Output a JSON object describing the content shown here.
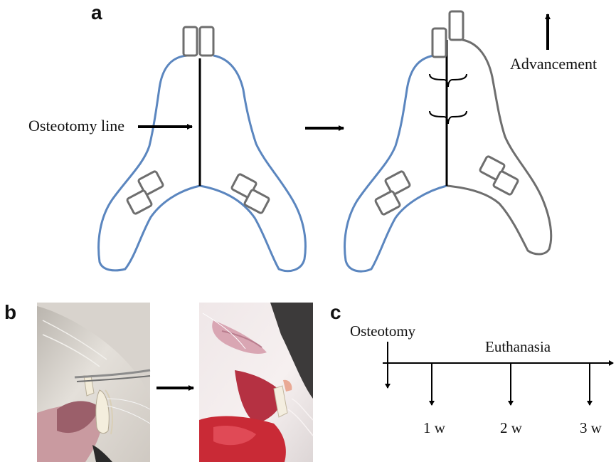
{
  "panel_a": {
    "letter": "a",
    "osteotomy_label": "Osteotomy line",
    "advancement_label": "Advancement",
    "colors": {
      "original_bone": "#5b86bf",
      "advanced_bone": "#6e6e6e",
      "teeth": "#6e6e6e",
      "line": "#000000"
    }
  },
  "panel_b": {
    "letter": "b"
  },
  "panel_c": {
    "letter": "c",
    "osteotomy_label": "Osteotomy",
    "euthanasia_label": "Euthanasia",
    "timepoints": [
      "1 w",
      "2  w",
      "3  w"
    ]
  }
}
